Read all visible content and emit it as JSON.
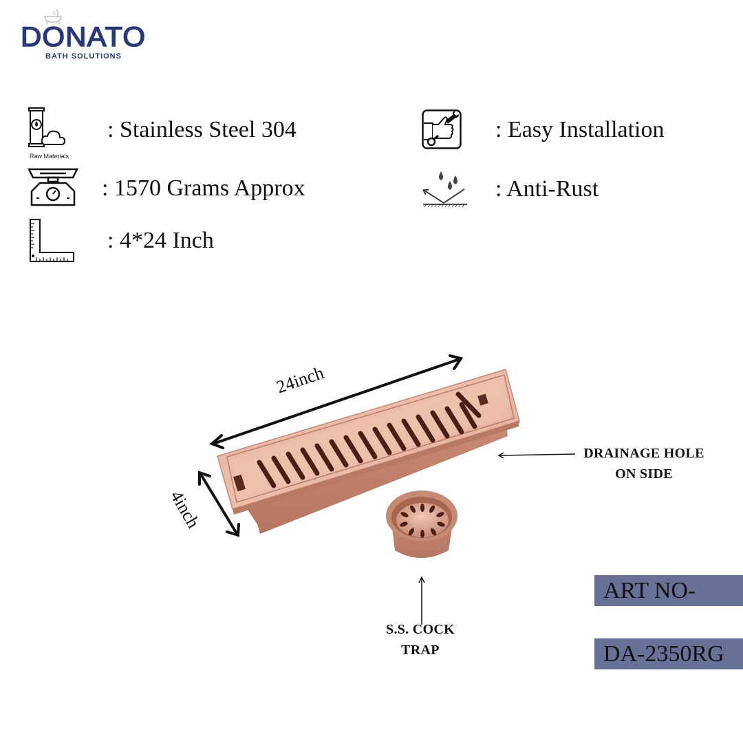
{
  "brand": {
    "name": "DONATO",
    "tagline": "BATH SOLUTIONS",
    "color": "#27397a"
  },
  "features": {
    "left": [
      {
        "icon": "raw-materials-icon",
        "caption": "Raw Materials",
        "text": ": Stainless Steel 304"
      },
      {
        "icon": "weighing-scale-icon",
        "caption": "",
        "text": ": 1570 Grams Approx"
      },
      {
        "icon": "ruler-square-icon",
        "caption": "",
        "text": ": 4*24 Inch"
      }
    ],
    "right": [
      {
        "icon": "easy-installation-icon",
        "text": ": Easy Installation"
      },
      {
        "icon": "anti-rust-icon",
        "text": ": Anti-Rust"
      }
    ]
  },
  "product": {
    "length_label": "24inch",
    "width_label": "4inch",
    "drain_color": "#d9a08a",
    "callouts": {
      "drainage": "DRAINAGE HOLE ON SIDE",
      "drainage_line1": "DRAINAGE HOLE",
      "drainage_line2": "ON SIDE",
      "trap_line1": "S.S. COCK",
      "trap_line2": "TRAP"
    }
  },
  "article": {
    "label": "ART NO-",
    "number": "DA-2350RG",
    "box_color": "#677197"
  }
}
